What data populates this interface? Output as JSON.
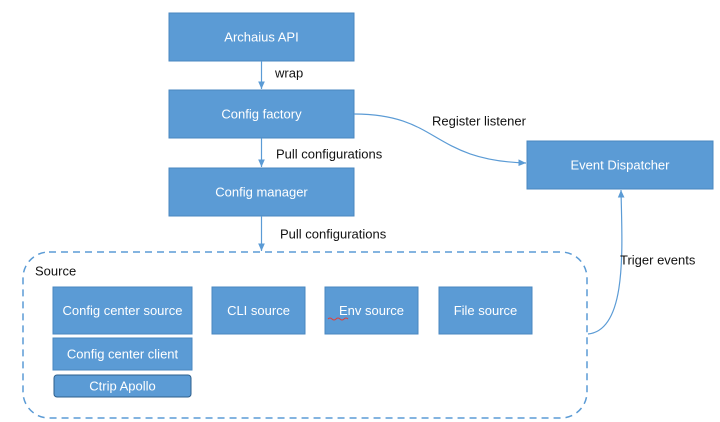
{
  "nodes": {
    "archaius_api": "Archaius API",
    "config_factory": "Config factory",
    "config_manager": "Config manager",
    "event_dispatcher": "Event Dispatcher",
    "config_center_source": "Config center source",
    "config_center_client": "Config center client",
    "ctrip_apollo": "Ctrip Apollo",
    "cli_source": "CLI source",
    "env_source": "Env source",
    "file_source": "File source"
  },
  "edges": {
    "wrap": "wrap",
    "pull_configurations_1": "Pull configurations",
    "pull_configurations_2": "Pull configurations",
    "register_listener": "Register listener",
    "triger_events": "Triger events"
  },
  "groups": {
    "source": "Source"
  },
  "colors": {
    "box_fill": "#5b9bd5",
    "box_text": "#ffffff",
    "connector": "#5b9bd5"
  }
}
